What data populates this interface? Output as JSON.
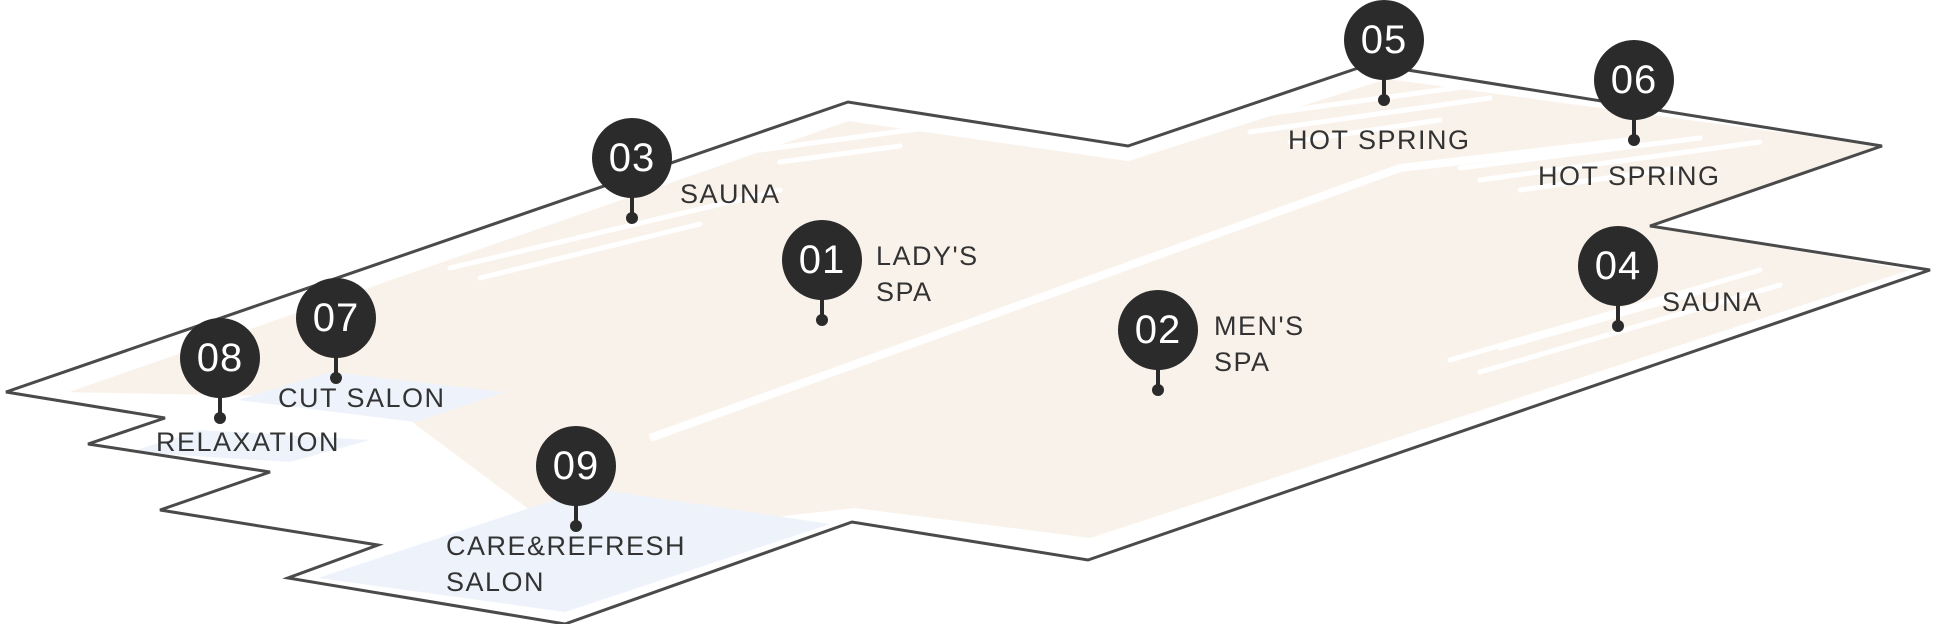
{
  "colors": {
    "outline": "#4a4a4a",
    "spa_fill": "#f9f2ea",
    "salon_fill": "#eef3fb",
    "pin": "#2b2b2b",
    "pin_text": "#ffffff",
    "label_text": "#333333"
  },
  "zones": {
    "z01": {
      "number": "01",
      "label": [
        "LADY'S",
        "SPA"
      ]
    },
    "z02": {
      "number": "02",
      "label": [
        "MEN'S",
        "SPA"
      ]
    },
    "z03": {
      "number": "03",
      "label": [
        "SAUNA"
      ]
    },
    "z04": {
      "number": "04",
      "label": [
        "SAUNA"
      ]
    },
    "z05": {
      "number": "05",
      "label": [
        "HOT SPRING"
      ]
    },
    "z06": {
      "number": "06",
      "label": [
        "HOT SPRING"
      ]
    },
    "z07": {
      "number": "07",
      "label": [
        "CUT SALON"
      ]
    },
    "z08": {
      "number": "08",
      "label": [
        "RELAXATION"
      ]
    },
    "z09": {
      "number": "09",
      "label": [
        "CARE&REFRESH",
        "SALON"
      ]
    }
  }
}
